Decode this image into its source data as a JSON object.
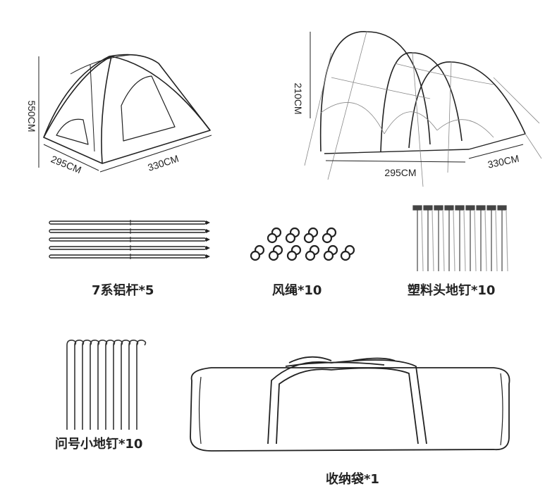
{
  "tent_small": {
    "height": "550CM",
    "width": "295CM",
    "length": "330CM"
  },
  "tent_large": {
    "height": "210CM",
    "width": "295CM",
    "length": "330CM"
  },
  "items": [
    {
      "label": "7系铝杆*5"
    },
    {
      "label": "风绳*10"
    },
    {
      "label": "塑料头地钉*10"
    },
    {
      "label": "问号小地钉*10"
    },
    {
      "label": "收纳袋*1"
    }
  ]
}
